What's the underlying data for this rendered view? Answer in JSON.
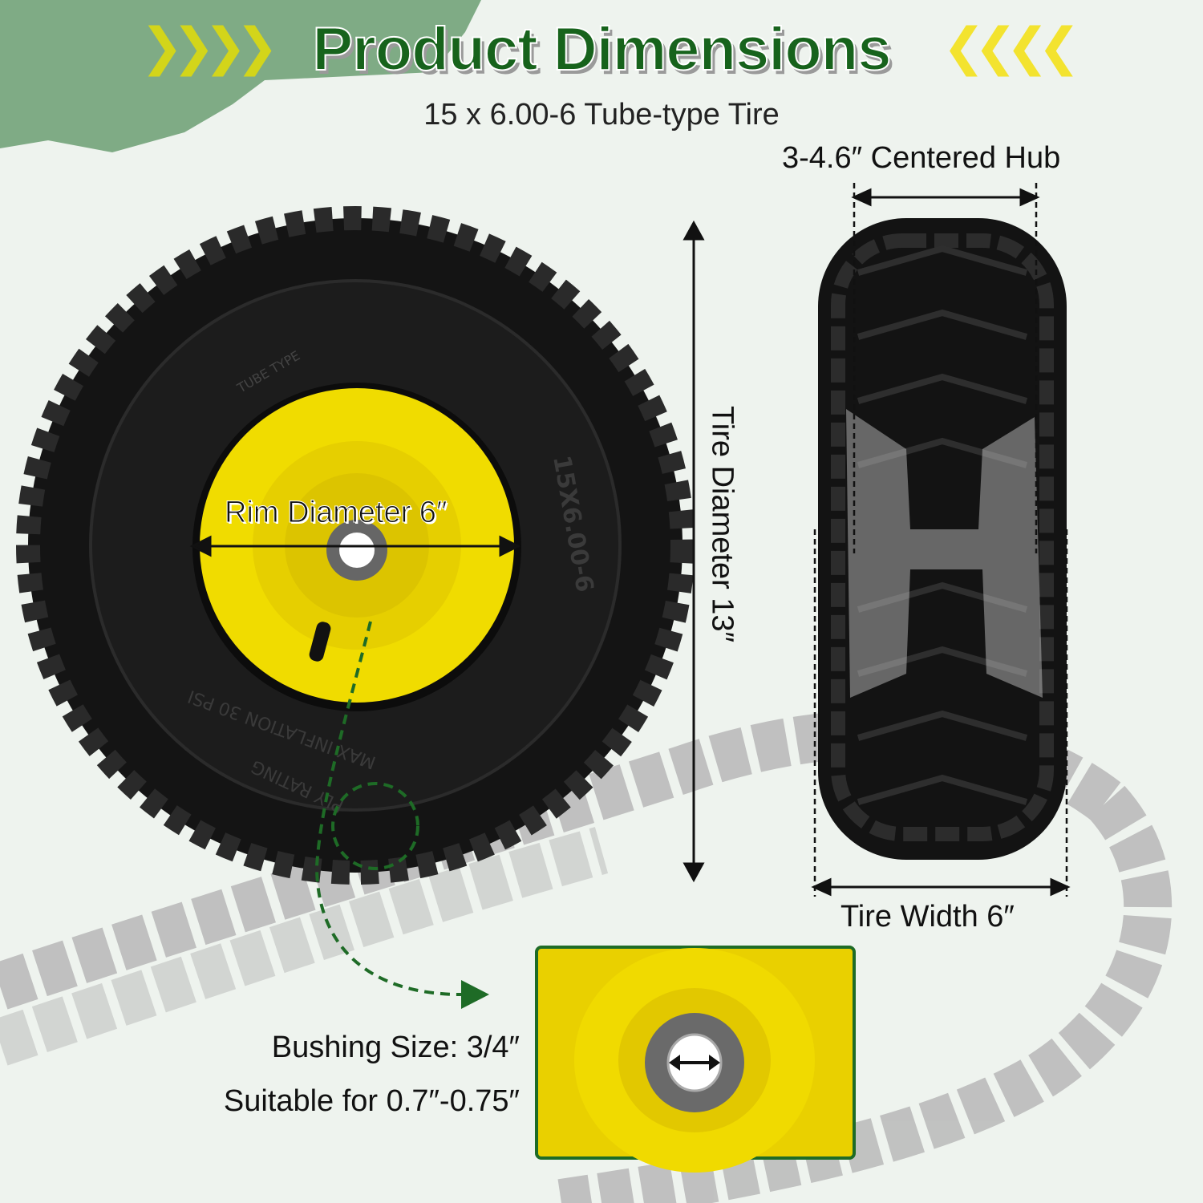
{
  "header": {
    "title": "Product Dimensions",
    "subtitle": "15 x 6.00-6 Tube-type Tire",
    "chevrons_left": "❯❯❯❯",
    "chevrons_right": "❮❮❮❮"
  },
  "labels": {
    "rim_diameter": "Rim Diameter 6″",
    "tire_diameter": "Tire Diameter 13″",
    "centered_hub": "3-4.6″ Centered Hub",
    "tire_width": "Tire Width 6″",
    "bushing_size": "Bushing Size: 3/4″",
    "bushing_fit": "Suitable for 0.7″-0.75″"
  },
  "sidewall": {
    "type": "TUBE TYPE",
    "size": "15X6.00-6",
    "inflation": "MAX INFLATION 30 PSI",
    "ply": "PLY RATING"
  },
  "colors": {
    "accent_green": "#17631c",
    "rim_yellow": "#f0dc00",
    "chevron_yellow": "#f5e000",
    "tire_black": "#151515",
    "banner_green": "#7fab85",
    "tread_marks_gray": "#b5b5b5"
  }
}
